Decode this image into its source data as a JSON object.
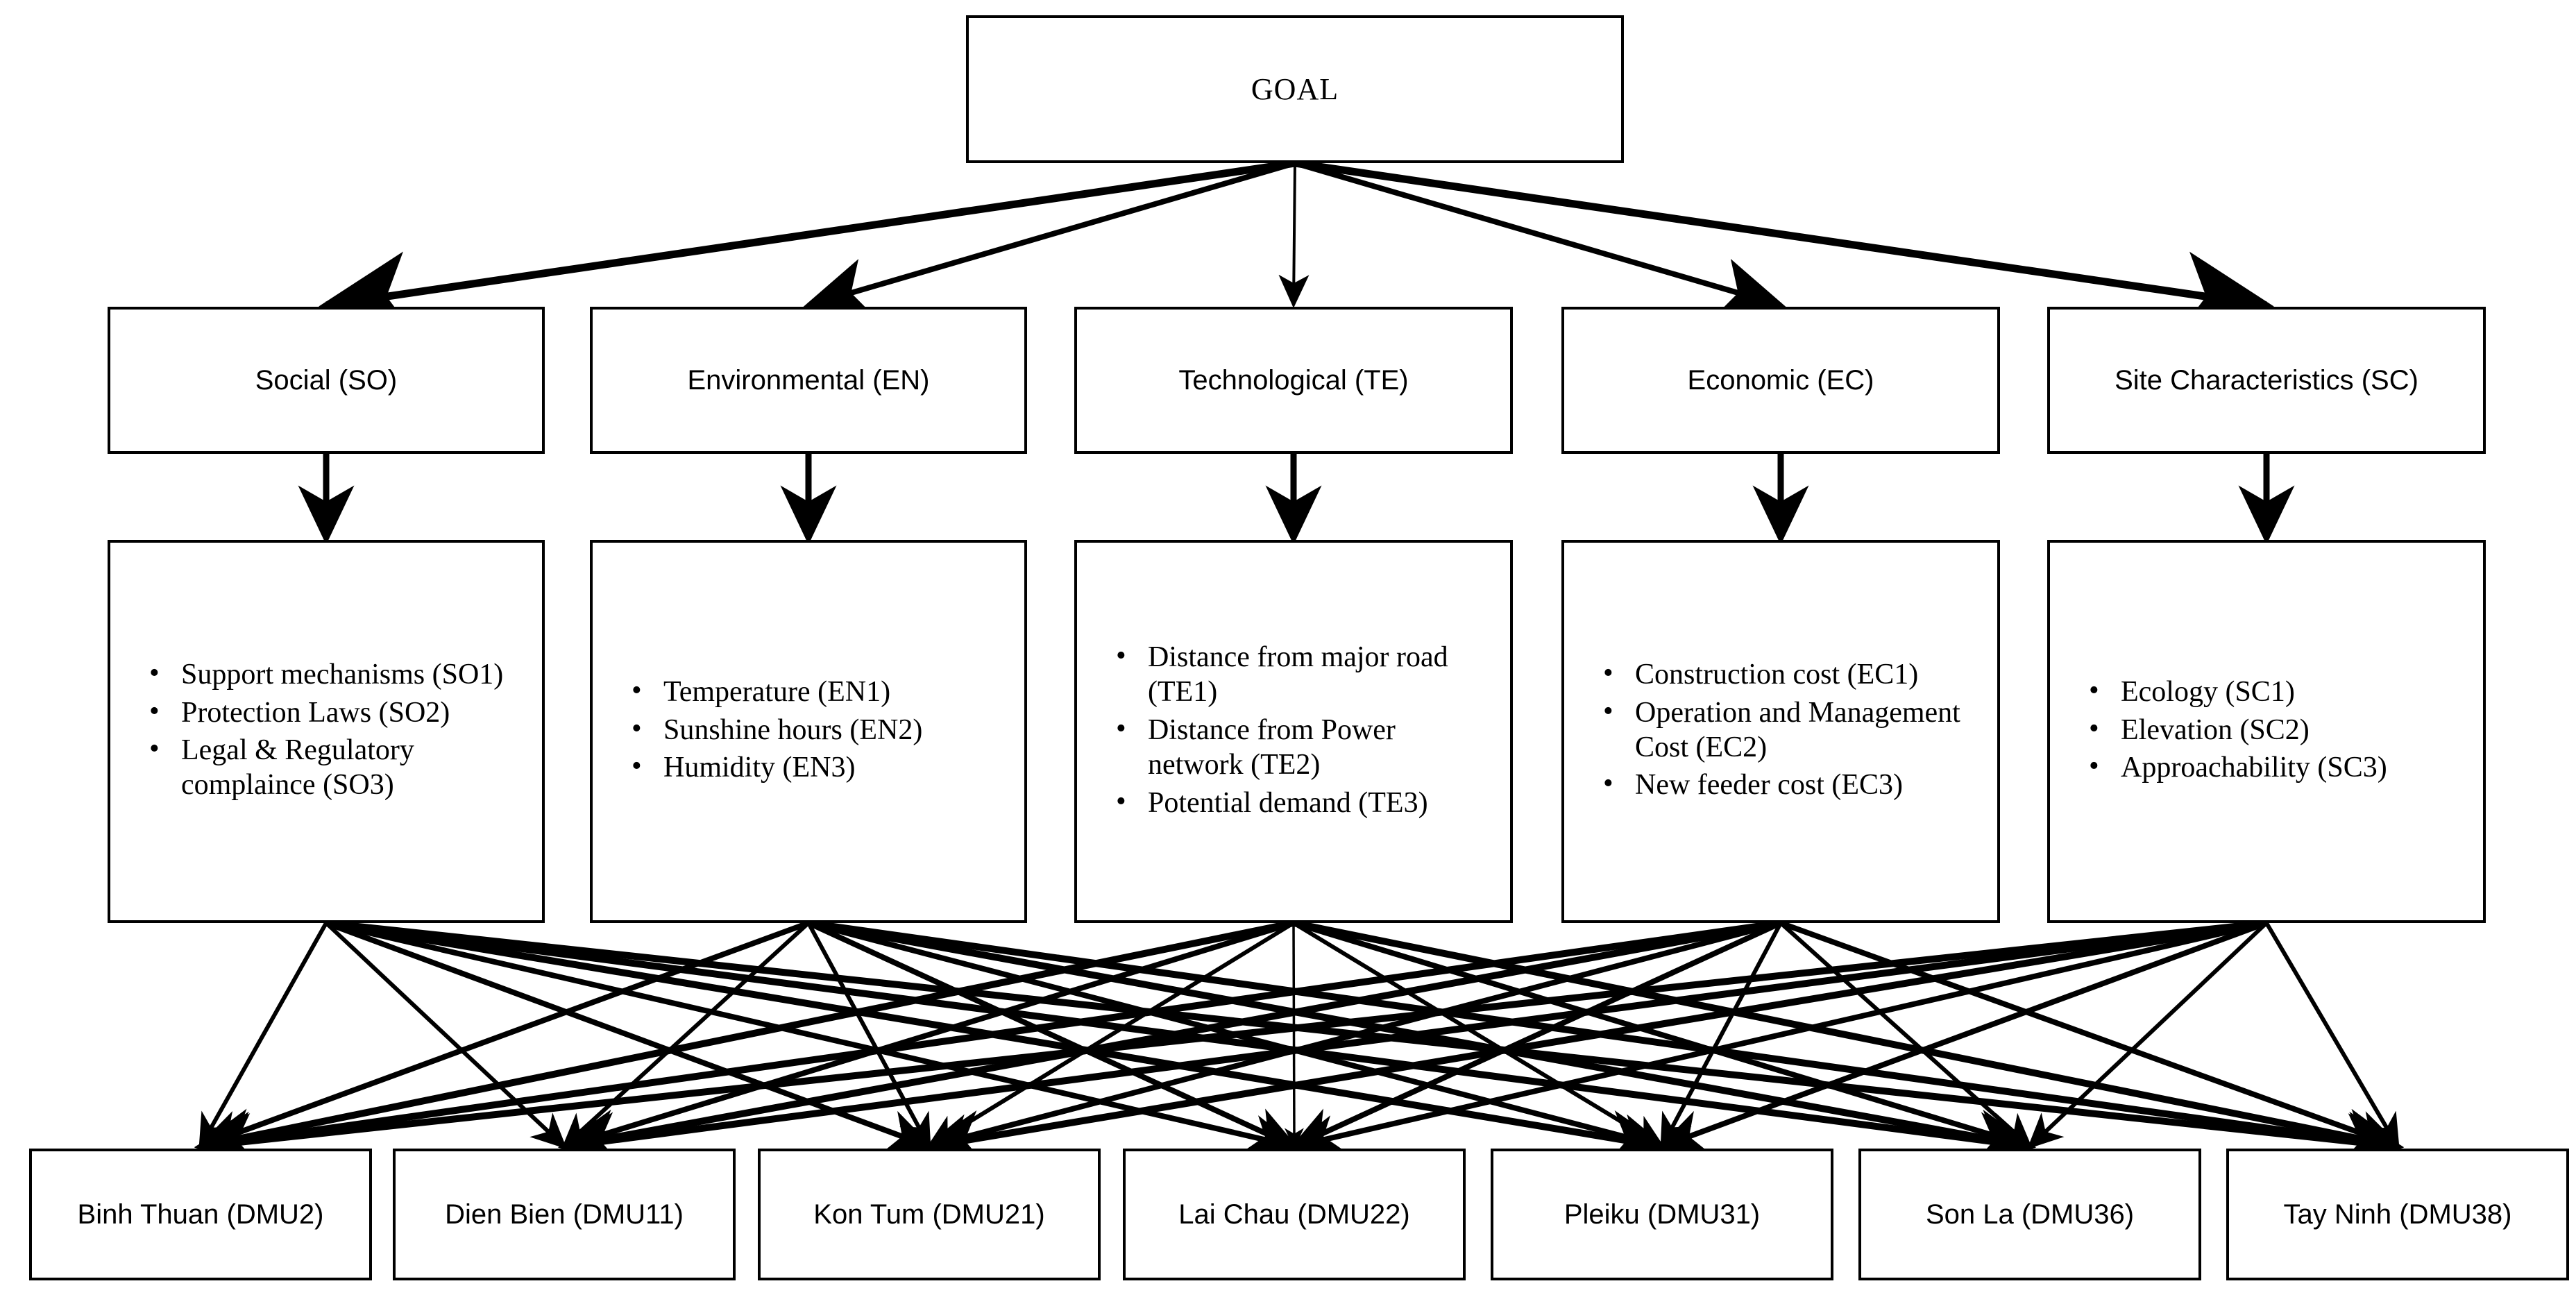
{
  "diagram": {
    "type": "ahp-hierarchy",
    "levels": [
      "goal",
      "criteria",
      "subcriteria",
      "alternatives"
    ],
    "line_color": "#000000",
    "box_border_color": "#000000",
    "background_color": "#ffffff"
  },
  "goal": {
    "label": "GOAL"
  },
  "criteria": [
    {
      "label": "Social (SO)",
      "code": "SO"
    },
    {
      "label": "Environmental (EN)",
      "code": "EN"
    },
    {
      "label": "Technological (TE)",
      "code": "TE"
    },
    {
      "label": "Economic (EC)",
      "code": "EC"
    },
    {
      "label": "Site Characteristics (SC)",
      "code": "SC"
    }
  ],
  "subcriteria": [
    {
      "parent": "SO",
      "items": [
        "Support mechanisms (SO1)",
        "Protection Laws (SO2)",
        "Legal & Regulatory complaince (SO3)"
      ]
    },
    {
      "parent": "EN",
      "items": [
        "Temperature (EN1)",
        "Sunshine hours (EN2)",
        "Humidity (EN3)"
      ]
    },
    {
      "parent": "TE",
      "items": [
        "Distance from major road (TE1)",
        "Distance from Power network (TE2)",
        "Potential demand (TE3)"
      ]
    },
    {
      "parent": "EC",
      "items": [
        "Construction cost (EC1)",
        "Operation and Management Cost (EC2)",
        "New feeder cost (EC3)"
      ]
    },
    {
      "parent": "SC",
      "items": [
        "Ecology (SC1)",
        "Elevation (SC2)",
        "Approachability (SC3)"
      ]
    }
  ],
  "alternatives": [
    {
      "label": "Binh Thuan (DMU2)"
    },
    {
      "label": "Dien Bien (DMU11)"
    },
    {
      "label": "Kon Tum (DMU21)"
    },
    {
      "label": "Lai Chau (DMU22)"
    },
    {
      "label": "Pleiku (DMU31)"
    },
    {
      "label": "Son La (DMU36)"
    },
    {
      "label": "Tay Ninh (DMU38)"
    }
  ]
}
